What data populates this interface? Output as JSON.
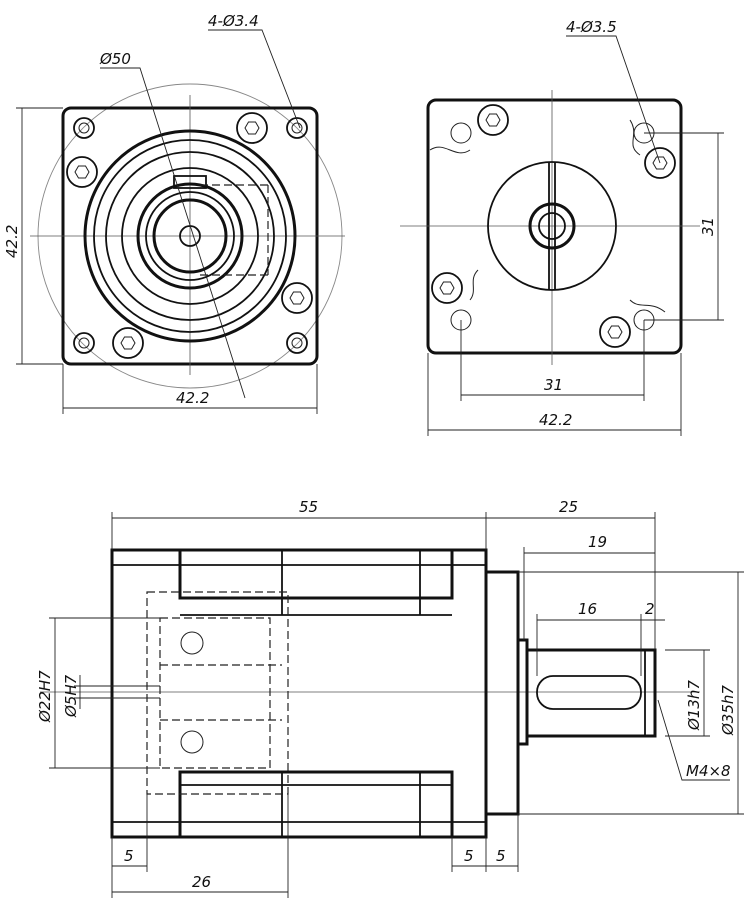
{
  "front_view": {
    "hole_callout": "4-Ø3.4",
    "bolt_circle_label": "Ø50",
    "height_dim": "42.2",
    "width_dim": "42.2"
  },
  "rear_view": {
    "hole_callout": "4-Ø3.5",
    "hole_spacing_vertical": "31",
    "hole_spacing_horizontal": "31",
    "width_dim": "42.2"
  },
  "side_view": {
    "overall_body_length": "55",
    "shaft_extension": "25",
    "shaft_length": "19",
    "key_length": "16",
    "shaft_end_offset": "2",
    "bore_diameter": "Ø22H7",
    "input_shaft_bore": "Ø5H7",
    "output_shaft_diameter": "Ø13h7",
    "pilot_diameter": "Ø35h7",
    "thread_callout": "M4×8",
    "flange_thickness_left": "5",
    "flange_step_1": "5",
    "flange_step_2": "5",
    "motor_adapter_depth": "26"
  }
}
